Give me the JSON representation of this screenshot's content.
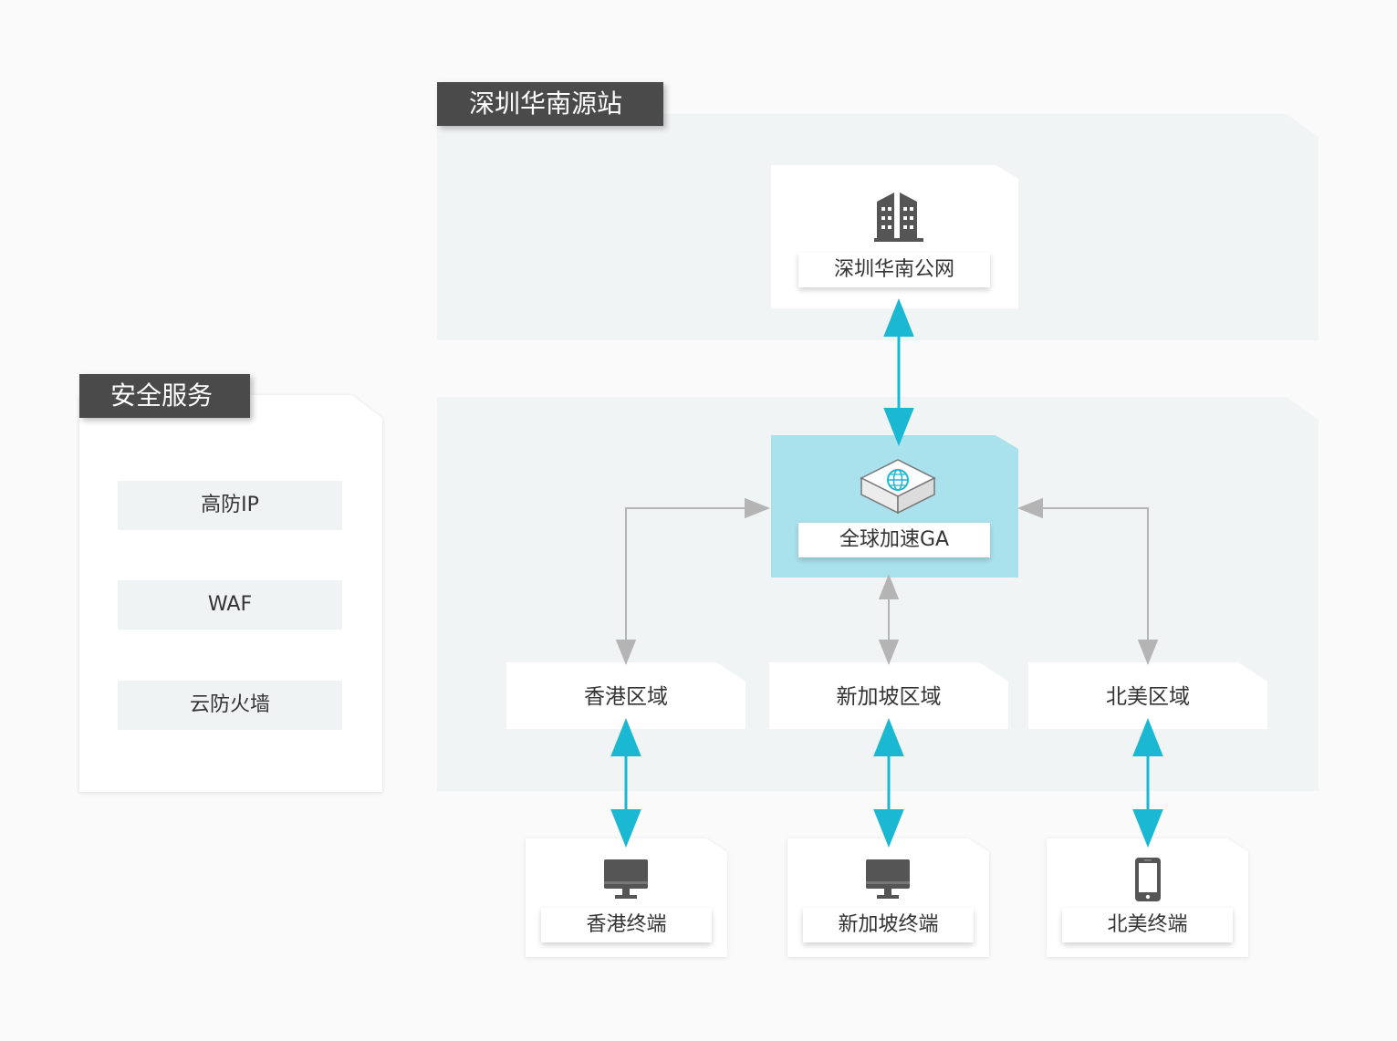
{
  "groups": {
    "origin": "深圳华南源站",
    "security": "安全服务"
  },
  "security_services": [
    "高防IP",
    "WAF",
    "云防火墙"
  ],
  "nodes": {
    "origin_net": "深圳华南公网",
    "ga": "全球加速GA",
    "regions": [
      "香港区域",
      "新加坡区域",
      "北美区域"
    ],
    "terminals": [
      "香港终端",
      "新加坡终端",
      "北美终端"
    ]
  },
  "icons": {
    "origin_net": "office-building-icon",
    "ga": "globe-router-icon",
    "terminals": [
      "desktop-monitor-icon",
      "desktop-monitor-icon",
      "smartphone-icon"
    ]
  },
  "colors": {
    "accent_link": "#1bb8d3",
    "secondary_link": "#b4b4b4",
    "ga_highlight": "#a9e2ed",
    "tag_bg": "#4a4a4a",
    "group_bg": "#f1f4f5"
  }
}
